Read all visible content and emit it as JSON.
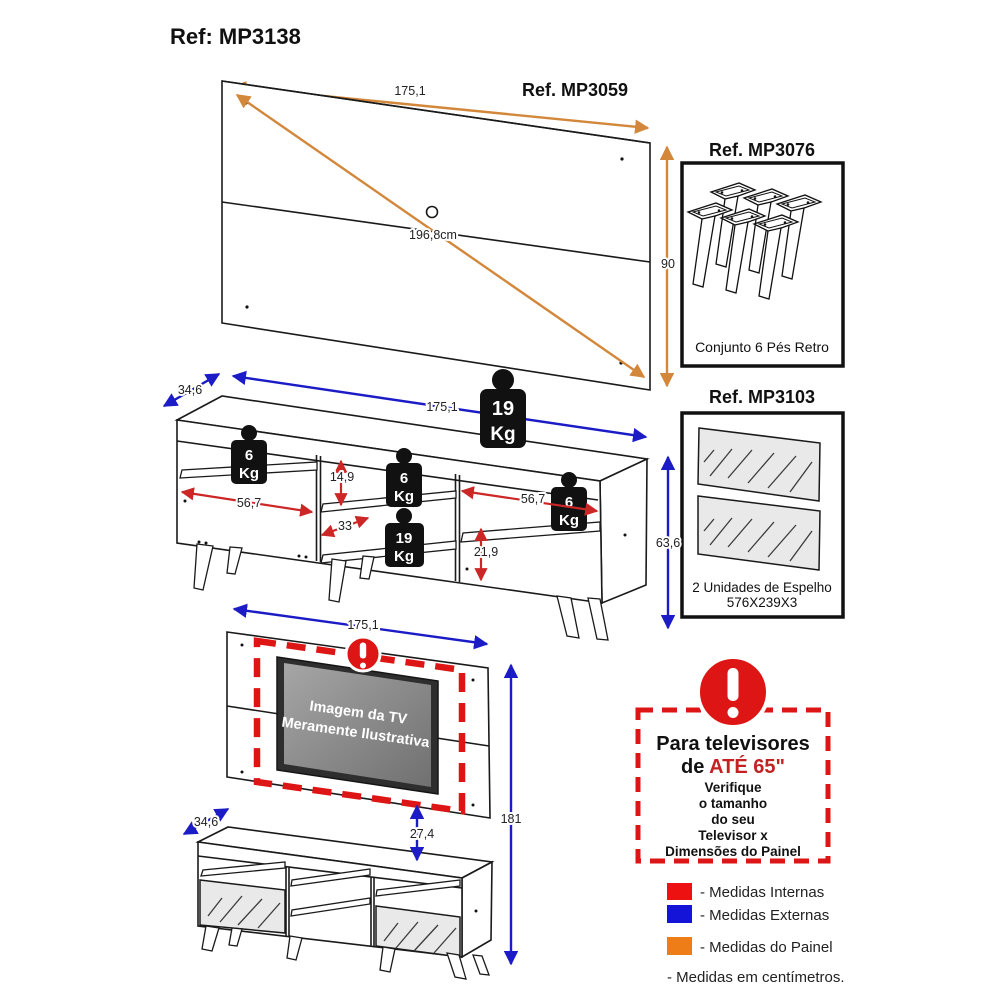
{
  "title": "Ref: MP3138",
  "panel_section": {
    "ref": "Ref. MP3059",
    "width": "175,1",
    "diagonal": "196,8cm",
    "height": "90"
  },
  "feet_box": {
    "ref": "Ref. MP3076",
    "caption": "Conjunto 6 Pés Retro"
  },
  "mirror_box": {
    "ref": "Ref. MP3103",
    "caption1": "2 Unidades de Espelho",
    "caption2": "576X239X3"
  },
  "rack_section": {
    "depth": "34,6",
    "width": "175,1",
    "height": "63,6",
    "inner_left_width": "56,7",
    "inner_top_height": "14,9",
    "inner_middle_width": "33",
    "inner_right_width": "56,7",
    "inner_right_height": "21,9",
    "weight_top": {
      "num": "19",
      "unit": "Kg"
    },
    "weight_left": {
      "num": "6",
      "unit": "Kg"
    },
    "weight_mid_top": {
      "num": "6",
      "unit": "Kg"
    },
    "weight_mid_bottom": {
      "num": "19",
      "unit": "Kg"
    },
    "weight_right": {
      "num": "6",
      "unit": "Kg"
    }
  },
  "assembly_section": {
    "width": "175,1",
    "total_height": "181",
    "gap": "27,4",
    "depth": "34,6",
    "tv_line1": "Imagem da TV",
    "tv_line2": "Meramente Ilustrativa"
  },
  "notice": {
    "line1": "Para televisores",
    "line2_black": "de ",
    "line2_red": "ATÉ 65\"",
    "line3": "Verifique",
    "line4": "o tamanho",
    "line5": "do seu",
    "line6": "Televisor x",
    "line7": "Dimensões do Painel"
  },
  "legend": {
    "internal_label": "- Medidas Internas",
    "external_label": "- Medidas Externas",
    "panel_label": "- Medidas do Painel",
    "note": "- Medidas em centímetros.",
    "colors": {
      "internal": "#ee1111",
      "external": "#1414d8",
      "panel": "#ef7d17"
    }
  }
}
